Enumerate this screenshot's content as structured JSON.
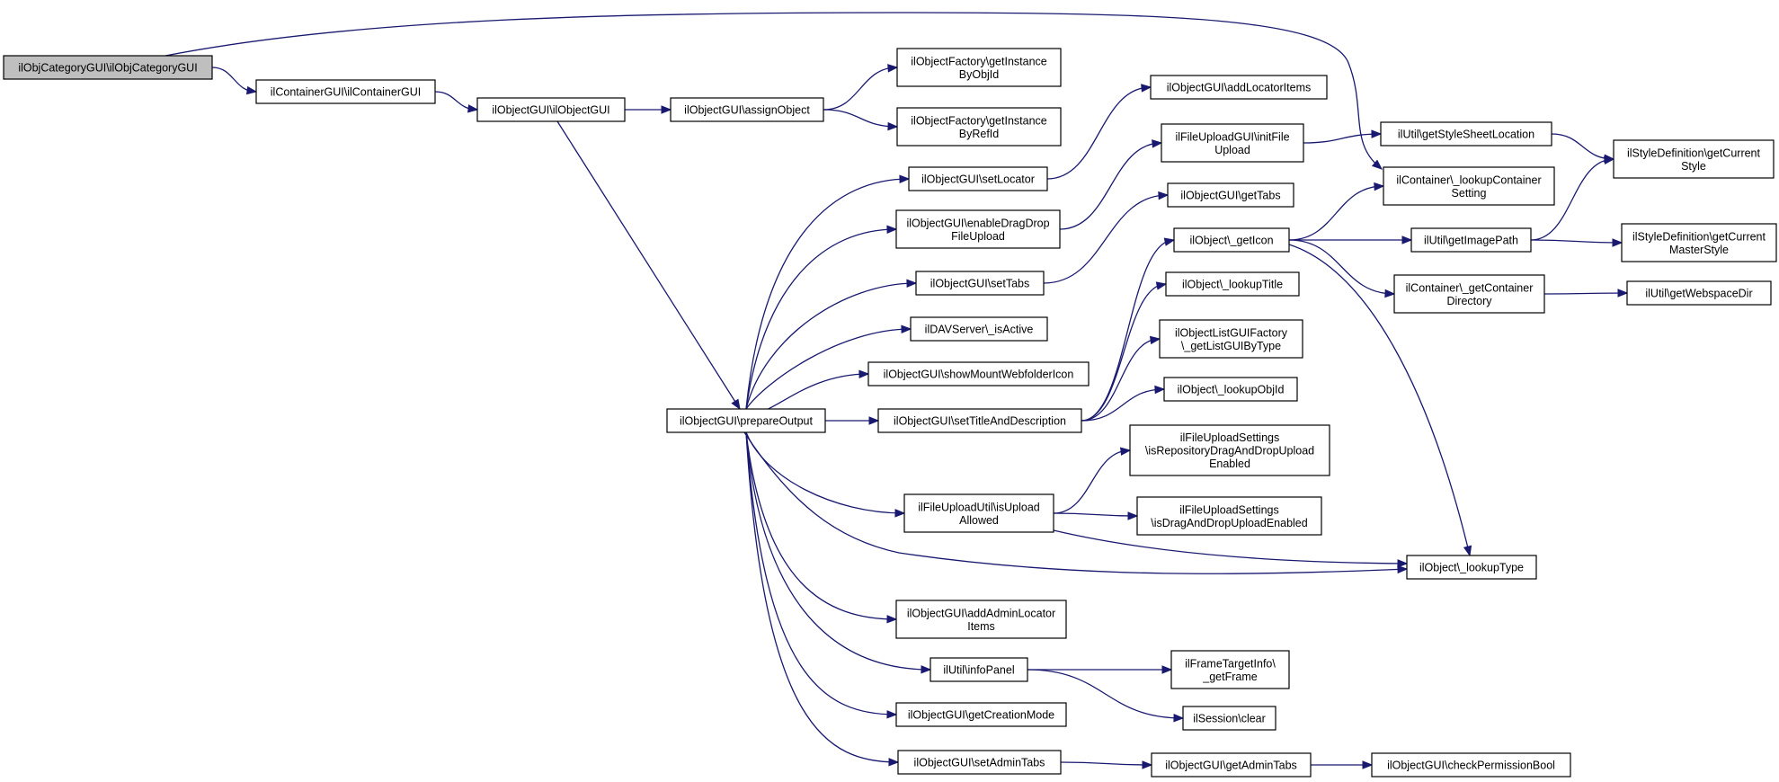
{
  "colors": {
    "edge": "#191970",
    "node_border": "#000000",
    "root_fill": "#bfbfbf",
    "node_fill": "#ffffff"
  },
  "nodes": [
    {
      "id": "root",
      "lines": [
        "ilObjCategoryGUI\\ilObjCategoryGUI"
      ]
    },
    {
      "id": "container_gui",
      "lines": [
        "ilContainerGUI\\ilContainerGUI"
      ]
    },
    {
      "id": "object_gui",
      "lines": [
        "ilObjectGUI\\ilObjectGUI"
      ]
    },
    {
      "id": "assign_object",
      "lines": [
        "ilObjectGUI\\assignObject"
      ]
    },
    {
      "id": "factory_by_objid",
      "lines": [
        "ilObjectFactory\\getInstance",
        "ByObjId"
      ]
    },
    {
      "id": "factory_by_refid",
      "lines": [
        "ilObjectFactory\\getInstance",
        "ByRefId"
      ]
    },
    {
      "id": "prepare_output",
      "lines": [
        "ilObjectGUI\\prepareOutput"
      ]
    },
    {
      "id": "set_locator",
      "lines": [
        "ilObjectGUI\\setLocator"
      ]
    },
    {
      "id": "add_locator_items",
      "lines": [
        "ilObjectGUI\\addLocatorItems"
      ]
    },
    {
      "id": "enable_dragdrop",
      "lines": [
        "ilObjectGUI\\enableDragDrop",
        "FileUpload"
      ]
    },
    {
      "id": "init_file_upload",
      "lines": [
        "ilFileUploadGUI\\initFile",
        "Upload"
      ]
    },
    {
      "id": "set_tabs",
      "lines": [
        "ilObjectGUI\\setTabs"
      ]
    },
    {
      "id": "get_tabs",
      "lines": [
        "ilObjectGUI\\getTabs"
      ]
    },
    {
      "id": "dav_is_active",
      "lines": [
        "ilDAVServer\\_isActive"
      ]
    },
    {
      "id": "show_mount",
      "lines": [
        "ilObjectGUI\\showMountWebfolderIcon"
      ]
    },
    {
      "id": "set_title_desc",
      "lines": [
        "ilObjectGUI\\setTitleAndDescription"
      ]
    },
    {
      "id": "get_icon",
      "lines": [
        "ilObject\\_getIcon"
      ]
    },
    {
      "id": "lookup_title",
      "lines": [
        "ilObject\\_lookupTitle"
      ]
    },
    {
      "id": "list_gui_factory",
      "lines": [
        "ilObjectListGUIFactory",
        "\\_getListGUIByType"
      ]
    },
    {
      "id": "lookup_objid",
      "lines": [
        "ilObject\\_lookupObjId"
      ]
    },
    {
      "id": "is_upload_allowed",
      "lines": [
        "ilFileUploadUtil\\isUpload",
        "Allowed"
      ]
    },
    {
      "id": "repo_dragdrop",
      "lines": [
        "ilFileUploadSettings",
        "\\isRepositoryDragAndDropUpload",
        "Enabled"
      ]
    },
    {
      "id": "dragdrop_enabled",
      "lines": [
        "ilFileUploadSettings",
        "\\isDragAndDropUploadEnabled"
      ]
    },
    {
      "id": "lookup_type",
      "lines": [
        "ilObject\\_lookupType"
      ]
    },
    {
      "id": "add_admin_locator",
      "lines": [
        "ilObjectGUI\\addAdminLocator",
        "Items"
      ]
    },
    {
      "id": "info_panel",
      "lines": [
        "ilUtil\\infoPanel"
      ]
    },
    {
      "id": "get_frame",
      "lines": [
        "ilFrameTargetInfo\\",
        "_getFrame"
      ]
    },
    {
      "id": "session_clear",
      "lines": [
        "ilSession\\clear"
      ]
    },
    {
      "id": "get_creation_mode",
      "lines": [
        "ilObjectGUI\\getCreationMode"
      ]
    },
    {
      "id": "set_admin_tabs",
      "lines": [
        "ilObjectGUI\\setAdminTabs"
      ]
    },
    {
      "id": "get_admin_tabs",
      "lines": [
        "ilObjectGUI\\getAdminTabs"
      ]
    },
    {
      "id": "check_permission",
      "lines": [
        "ilObjectGUI\\checkPermissionBool"
      ]
    },
    {
      "id": "stylesheet_location",
      "lines": [
        "ilUtil\\getStyleSheetLocation"
      ]
    },
    {
      "id": "current_style",
      "lines": [
        "ilStyleDefinition\\getCurrent",
        "Style"
      ]
    },
    {
      "id": "lookup_container_setting",
      "lines": [
        "ilContainer\\_lookupContainer",
        "Setting"
      ]
    },
    {
      "id": "get_image_path",
      "lines": [
        "ilUtil\\getImagePath"
      ]
    },
    {
      "id": "current_master_style",
      "lines": [
        "ilStyleDefinition\\getCurrent",
        "MasterStyle"
      ]
    },
    {
      "id": "get_container_directory",
      "lines": [
        "ilContainer\\_getContainer",
        "Directory"
      ]
    },
    {
      "id": "webspace_dir",
      "lines": [
        "ilUtil\\getWebspaceDir"
      ]
    }
  ],
  "edges": [
    {
      "from": "root",
      "to": "container_gui"
    },
    {
      "from": "root",
      "to": "lookup_container_setting"
    },
    {
      "from": "container_gui",
      "to": "object_gui"
    },
    {
      "from": "object_gui",
      "to": "assign_object"
    },
    {
      "from": "object_gui",
      "to": "prepare_output"
    },
    {
      "from": "assign_object",
      "to": "factory_by_objid"
    },
    {
      "from": "assign_object",
      "to": "factory_by_refid"
    },
    {
      "from": "prepare_output",
      "to": "set_locator"
    },
    {
      "from": "prepare_output",
      "to": "enable_dragdrop"
    },
    {
      "from": "prepare_output",
      "to": "set_tabs"
    },
    {
      "from": "prepare_output",
      "to": "dav_is_active"
    },
    {
      "from": "prepare_output",
      "to": "show_mount"
    },
    {
      "from": "prepare_output",
      "to": "set_title_desc"
    },
    {
      "from": "prepare_output",
      "to": "is_upload_allowed"
    },
    {
      "from": "prepare_output",
      "to": "lookup_type"
    },
    {
      "from": "prepare_output",
      "to": "add_admin_locator"
    },
    {
      "from": "prepare_output",
      "to": "info_panel"
    },
    {
      "from": "prepare_output",
      "to": "get_creation_mode"
    },
    {
      "from": "prepare_output",
      "to": "set_admin_tabs"
    },
    {
      "from": "set_locator",
      "to": "add_locator_items"
    },
    {
      "from": "enable_dragdrop",
      "to": "init_file_upload"
    },
    {
      "from": "init_file_upload",
      "to": "stylesheet_location"
    },
    {
      "from": "stylesheet_location",
      "to": "current_style"
    },
    {
      "from": "set_tabs",
      "to": "get_tabs"
    },
    {
      "from": "set_title_desc",
      "to": "get_icon"
    },
    {
      "from": "set_title_desc",
      "to": "lookup_title"
    },
    {
      "from": "set_title_desc",
      "to": "list_gui_factory"
    },
    {
      "from": "set_title_desc",
      "to": "lookup_objid"
    },
    {
      "from": "get_icon",
      "to": "lookup_container_setting"
    },
    {
      "from": "get_icon",
      "to": "get_image_path"
    },
    {
      "from": "get_icon",
      "to": "get_container_directory"
    },
    {
      "from": "get_icon",
      "to": "lookup_type"
    },
    {
      "from": "get_image_path",
      "to": "current_style"
    },
    {
      "from": "get_image_path",
      "to": "current_master_style"
    },
    {
      "from": "get_container_directory",
      "to": "webspace_dir"
    },
    {
      "from": "is_upload_allowed",
      "to": "repo_dragdrop"
    },
    {
      "from": "is_upload_allowed",
      "to": "dragdrop_enabled"
    },
    {
      "from": "is_upload_allowed",
      "to": "lookup_type"
    },
    {
      "from": "info_panel",
      "to": "get_frame"
    },
    {
      "from": "info_panel",
      "to": "session_clear"
    },
    {
      "from": "set_admin_tabs",
      "to": "get_admin_tabs"
    },
    {
      "from": "get_admin_tabs",
      "to": "check_permission"
    }
  ]
}
